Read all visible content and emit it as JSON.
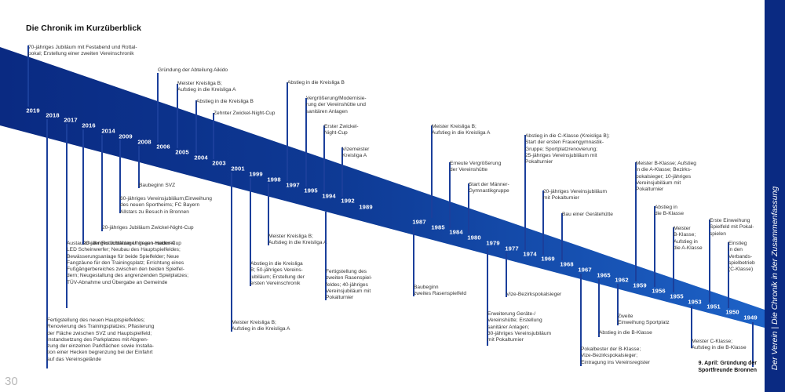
{
  "page_title": "Die Chronik im Kurzüberblick",
  "page_number": "30",
  "sidebar_text": "Der Verein | Die Chronik in der Zusammenfassung",
  "colors": {
    "band_dark": "#0a2a82",
    "band_light": "#1d62c7",
    "sidebar": "#0a2a82",
    "leader": "#1b3f9b"
  },
  "years": [
    "2019",
    "2018",
    "2017",
    "2016",
    "2014",
    "2009",
    "2008",
    "2006",
    "2005",
    "2004",
    "2003",
    "2001",
    "1999",
    "1998",
    "1997",
    "1995",
    "1994",
    "1992",
    "1989",
    "1987",
    "1985",
    "1984",
    "1980",
    "1979",
    "1977",
    "1974",
    "1969",
    "1968",
    "1967",
    "1965",
    "1962",
    "1959",
    "1956",
    "1955",
    "1953",
    "1951",
    "1950",
    "1949"
  ],
  "events": [
    {
      "text": "70-jähriges Jubiläum mit Festabend und Rottal-\npokal; Erstellung einer zweiten Vereinschronik"
    },
    {
      "text": "Fertigstellung des neuen Hauptspielfeldes;\nRenovierung des Trainingsplatzes; Pflasterung\nder Fläche zwischen SVZ und Hauptspielfeld;\nInstandsetzung des Parkplatzes mit Abgren-\nzung der einzelnen Parkflächen sowie Installa-\ntion einer Hecken begrenzung bei der Einfahrt\nauf das Vereinsgelände"
    },
    {
      "text": "Austausch der Flutlichtanlagen gegen moderne\nLED Scheinwerfer; Neubau des Hauptspielfeldes;\nBewässerungsanlage für beide Spielfelder; Neue\nFangzäune für den Trainingsplatz; Errichtung eines\nFußgängerbereiches zwischen den beiden Spielfel-\ndern; Neugestaltung des angrenzenden Spielplatzes;\nTÜV-Abnahme und Übergabe an Gemeinde"
    },
    {
      "text": "20-jähriges Jubiläum Uhlmann-Halder-Cup"
    },
    {
      "text": "20-jähriges Jubiläum Zwickel-Night-Cup"
    },
    {
      "text": "60-jähriges Vereinsjubiläum;Einweihung\ndes neuen Sportheims; FC Bayern\nAllstars zu Besuch in Bronnen"
    },
    {
      "text": "Baubeginn SVZ"
    },
    {
      "text": "Gründung der Abteilung Aikido"
    },
    {
      "text": "Meister Kreisliga B;\nAufstieg in die Kreisliga A"
    },
    {
      "text": "Abstieg in die Kreisliga B"
    },
    {
      "text": "Zehnter Zwickel-Night-Cup"
    },
    {
      "text": "Meister Kreisliga B;\nAufstieg in die Kreisliga A"
    },
    {
      "text": "Abstieg in die Kreisliga\nB; 50-jähriges Vereins-\njubiläum; Erstellung der\nersten Vereinschronik"
    },
    {
      "text": "Meister Kreisliga B;\nAufstieg in die Kreisliga A"
    },
    {
      "text": "Abstieg in die Kreisliga B"
    },
    {
      "text": "Vergrößerung/Modernisie-\nrung der Vereinshütte und\nsanitären Anlagen"
    },
    {
      "text": "Erster Zwickel-\nNight-Cup"
    },
    {
      "text": "Vizemeister\nKreisliga A"
    },
    {
      "text": "Fertigstellung des\nzweiten Rasenspiel-\nfeldes; 40-jähriges\nVereinsjubiläum mit\nPokalturnier"
    },
    {
      "text": "Baubeginn\nzweites Rasenspielfeld"
    },
    {
      "text": "Meister Kreisliga B;\nAufstieg in die Kreisliga A"
    },
    {
      "text": "Erneute Vergrößerung\nder Vereinshütte"
    },
    {
      "text": "Start der Männer-\nGymnastikgruppe"
    },
    {
      "text": "Erweiterung Geräte-/\nVereinshütte; Erstellung\nsanitärer Anlagen;\n30-jähriges Vereinsjubiläum\nmit Pokalturnier"
    },
    {
      "text": "Vize-Bezirkspokalsieger"
    },
    {
      "text": "Abstieg in die C-Klasse (Kreisliga B);\nStart der ersten Frauengymnastik-\nGruppe; Sportplatzrenovierung;\n25-jähriges Vereinsjubiläum mit\nPokalturnier"
    },
    {
      "text": "20-jähriges Vereinsjubiläum\nmit Pokalturnier"
    },
    {
      "text": "Bau einer Gerätehütte"
    },
    {
      "text": "Pokalbester der B-Klasse;\nVize-Bezirkspokalsieger;\nEintragung ins Vereinsregister"
    },
    {
      "text": "Abstieg in die B-Klasse"
    },
    {
      "text": "Zweite\nEinweihung Sportplatz"
    },
    {
      "text": "Meister B-Klasse; Aufstieg\nin die A-Klasse; Bezirks-\npokalsieger; 10-jähriges\nVereinsjubiläum mit\nPokalturnier"
    },
    {
      "text": "Abstieg in\ndie B-Klasse"
    },
    {
      "text": "Meister\nB-Klasse;\nAufstieg in\ndie A-Klasse"
    },
    {
      "text": "Meister C-Klasse;\nAufstieg in die B-Klasse"
    },
    {
      "text": "Erste Einweihung\nSpielfeld mit Pokal-\nspielen"
    },
    {
      "text": "Einstieg\nin den\nVerbands-\nspielbetrieb\n(C-Klasse)"
    },
    {
      "text": "9. April: Gründung der\nSportfreunde Bronnen"
    }
  ]
}
